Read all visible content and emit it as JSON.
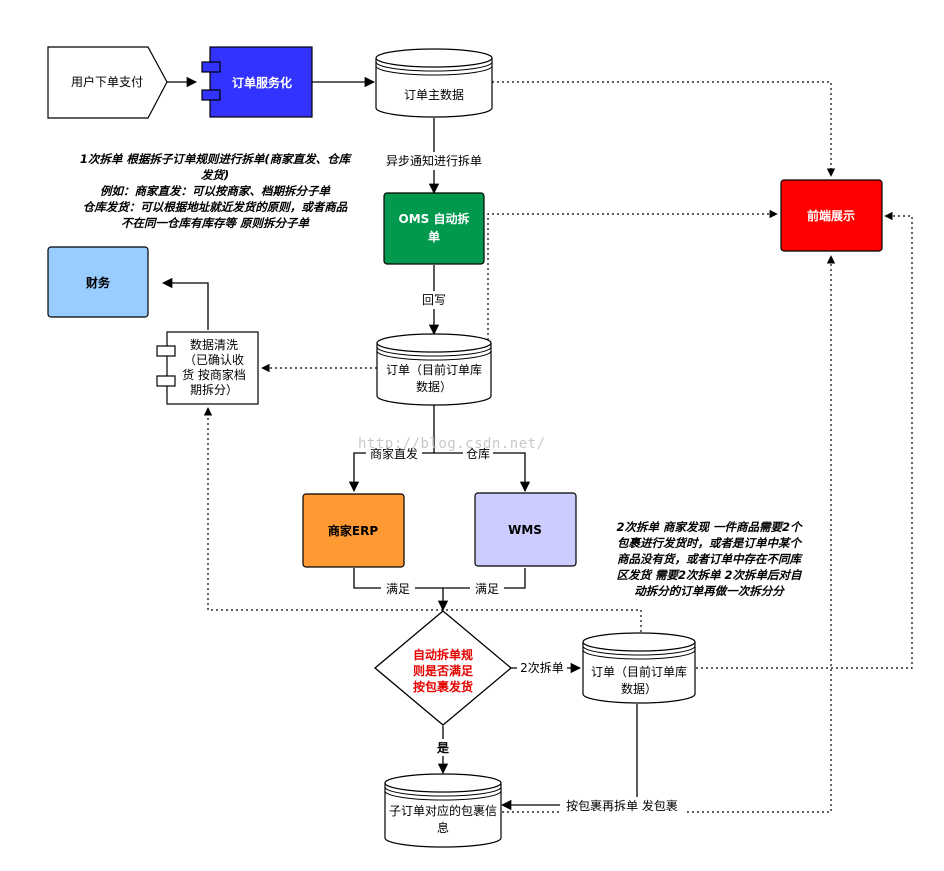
{
  "nodes": {
    "user_order_pay": "用户下单支付",
    "order_service": "订单服务化",
    "order_master": "订单主数据",
    "oms_split": [
      "OMS 自动拆",
      "单"
    ],
    "frontend": "前端展示",
    "finance": "财务",
    "data_clean": [
      "数据清洗",
      "（已确认收",
      "货 按商家档",
      "期拆分）"
    ],
    "order_current_lib": [
      "订单（目前订单库",
      "数据）"
    ],
    "merchant_erp": "商家ERP",
    "wms": "WMS",
    "rule_check": [
      "自动拆单规",
      "则是否满足",
      "按包裹发货"
    ],
    "order_current_lib_2": [
      "订单（目前订单库",
      "数据）"
    ],
    "sub_order_package": [
      "子订单对应的包裹信",
      "息"
    ]
  },
  "edges": {
    "async_notify": "异步通知进行拆单",
    "write_back": "回写",
    "merchant_direct": "商家直发",
    "warehouse": "仓库",
    "satisfied_1": "满足",
    "satisfied_2": "满足",
    "second_split": "2次拆单",
    "yes": "是",
    "package_resplit": "按包裹再拆单 发包裹"
  },
  "notes": {
    "first_split": [
      "1次拆单 根据拆子订单规则进行拆单(商家直发、仓库",
      "发货)",
      "例如：商家直发：可以按商家、档期拆分子单",
      "仓库发货：可以根据地址就近发货的原则，或者商品",
      "不在同一仓库有库存等 原则拆分子单"
    ],
    "second_split": [
      "2次拆单 商家发现 一件商品需要2个",
      "包裹进行发货时，或者是订单中某个",
      "商品没有货，或者订单中存在不同库",
      "区发货 需要2次拆单 2次拆单后对自",
      "动拆分的订单再做一次拆分分"
    ]
  },
  "watermark": "http://blog.csdn.net/",
  "colors": {
    "order_service": "#3333ff",
    "oms_split": "#00994d",
    "frontend": "#ff0000",
    "finance": "#99ccff",
    "merchant_erp": "#ff9933",
    "wms": "#ccccff",
    "rule_text": "#e60000"
  },
  "icons": {
    "order_service": "component-icon",
    "data_clean": "component-icon"
  }
}
